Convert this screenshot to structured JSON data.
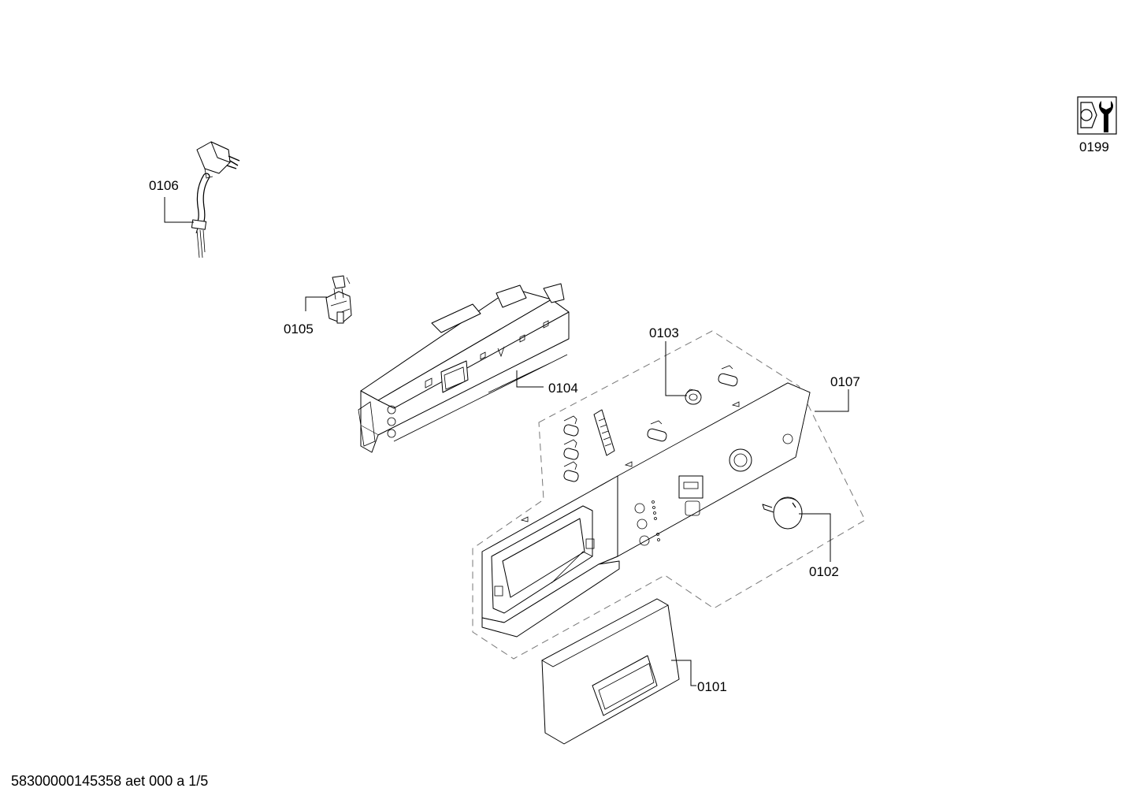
{
  "labels": {
    "p0101": "0101",
    "p0102": "0102",
    "p0103": "0103",
    "p0104": "0104",
    "p0105": "0105",
    "p0106": "0106",
    "p0107": "0107",
    "p0199": "0199"
  },
  "footer": "58300000145358 aet 000 a 1/5",
  "icons": {
    "tool": "wrench-nut-icon"
  }
}
